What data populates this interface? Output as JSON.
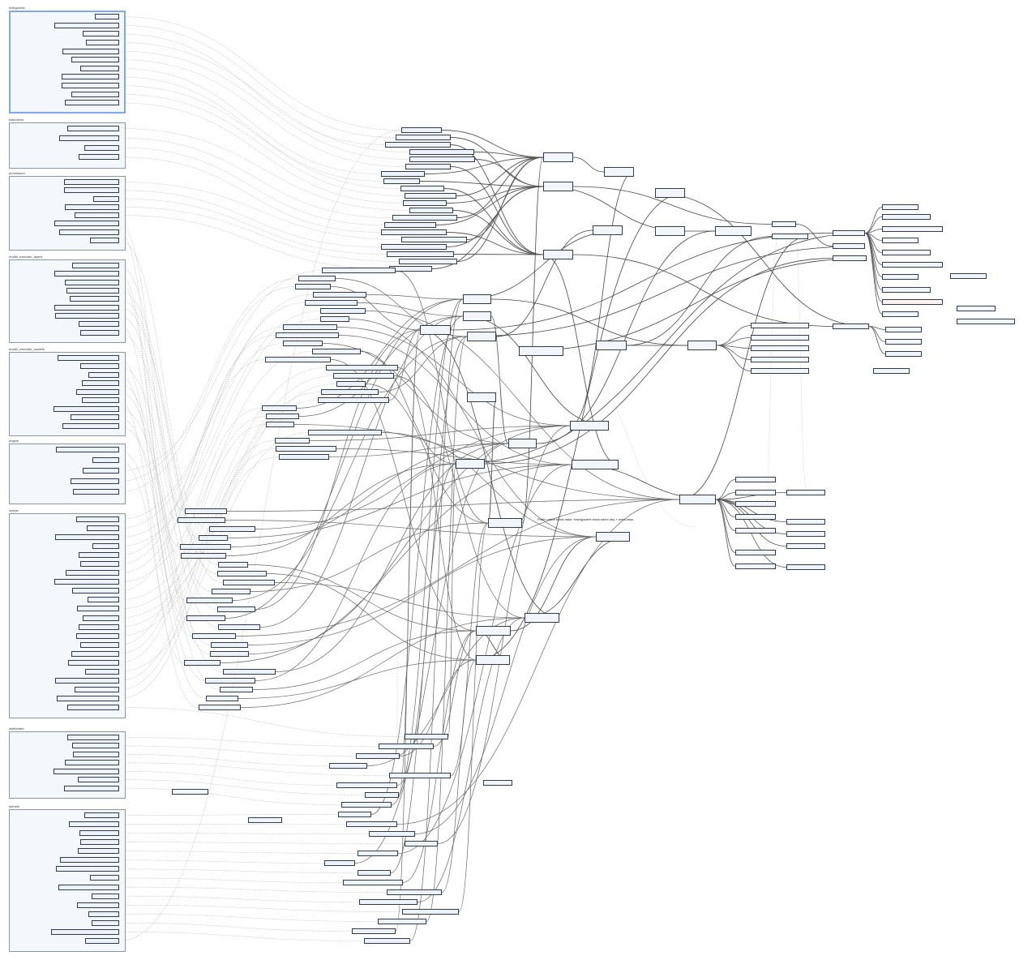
{
  "groups": [
    {
      "title": "entrypoints"
    },
    {
      "title": "tokenizers"
    },
    {
      "title": "processors"
    },
    {
      "title": "model_executor_layers"
    },
    {
      "title": "model_executor_models"
    },
    {
      "title": "engine"
    },
    {
      "title": "worker"
    },
    {
      "title": "distributed"
    },
    {
      "title": "kernels"
    }
  ],
  "annotation": "Prefix cache block hash: Hash(parent block token ids) + extra keys"
}
